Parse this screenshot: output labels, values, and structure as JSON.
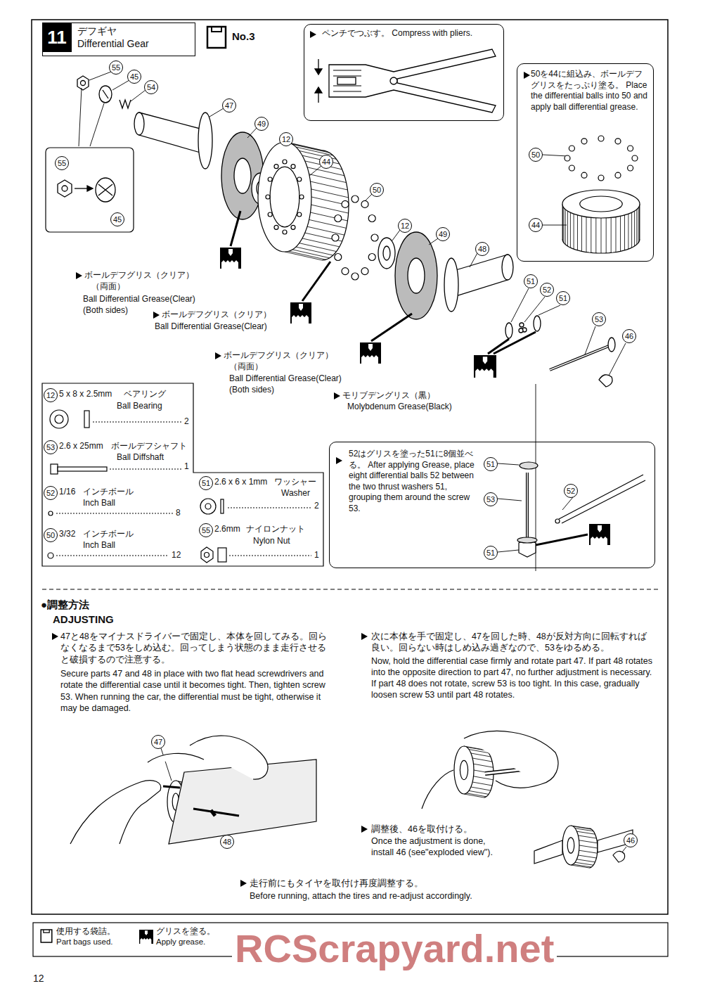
{
  "diagram": {
    "nodes": [
      {
        "text": [
          "11",
          "デフギヤ Differential Gear"
        ]
      },
      {
        "text": [
          "ペンチでつぶす。 Compress with pliers."
        ]
      },
      {
        "text": [
          "50を44に組込み、ボールデフグリスをたっぷり塗る。 Place the differential balls into 50 and apply ball differential grease."
        ]
      },
      {
        "text": [
          "52はグリスを塗った51に8個並べる。 After applying Grease, place eight differential balls 52 between the two thrust washers 51, grouping them around the screw 53."
        ]
      }
    ],
    "labels": [
      "55",
      "45",
      "54",
      "47",
      "49",
      "12",
      "44",
      "50",
      "12",
      "49",
      "48",
      "51",
      "52",
      "51",
      "53",
      "46",
      "55",
      "45",
      "50",
      "44",
      "51",
      "52",
      "53",
      "51",
      "ボールデフグリス（クリア）",
      "（両面）",
      "Ball Differential Grease(Clear)",
      "(Both sides)",
      "ボールデフグリス（クリア）",
      "Ball Differential Grease(Clear)",
      "ボールデフグリス（クリア）",
      "（両面）",
      "Ball Differential Grease(Clear)",
      "(Both sides)",
      "モリブデングリス（黒）",
      "Molybdenum Grease(Black)",
      "12",
      "5 x 8 x 2.5mm",
      "ベアリング",
      "Ball Bearing",
      "2",
      "53",
      "2.6 x 25mm",
      "ボールデフシャフト",
      "Ball Diffshaft",
      "1",
      "52",
      "1/16",
      "インチボール",
      "Inch Ball",
      "8",
      "50",
      "3/32",
      "インチボール",
      "Inch Ball",
      "12",
      "51",
      "2.6 x 6 x 1mm",
      "ワッシャー",
      "Washer",
      "2",
      "55",
      "2.6mm",
      "ナイロンナット",
      "Nylon Nut",
      "1",
      "●調整方法",
      "ADJUSTING",
      "47と48をマイナスドライバーで固定し、本体を回してみる。回らなくなるまで53をしめ込む。回ってしまう状態のまま走行させると破損するので注意する。",
      "Secure parts 47 and 48 in place with two flat head screwdrivers and rotate the differential case until it becomes tight. Then, tighten screw 53. When running the car, the differential must be tight, otherwise it may be damaged.",
      "47",
      "48",
      "次に本体を手で固定し、47を回した時、48が反対方向に回転すれば良い。回らない時はしめ込み過ぎなので、53をゆるめる。",
      "Now, hold the differential case firmly and rotate part 47. If part 48 rotates into the opposite direction to part 47, no further adjustment is necessary. If part 48 does not rotate, screw 53 is too tight. In this case, gradually loosen screw 53 until part 48 rotates.",
      "調整後、46を取付ける。",
      "Once the adjustment is done, install 46 (see\"exploded view\").",
      "46",
      "走行前にもタイヤを取付け再度調整する。",
      "Before running, attach the tires and re-adjust accordingly.",
      "12",
      "RCScrapyard.net",
      "No.3"
    ],
    "legend": [
      {
        "text": "使用する袋詰。 Part bags used."
      },
      {
        "text": "グリスを塗る。 Apply grease."
      }
    ]
  }
}
